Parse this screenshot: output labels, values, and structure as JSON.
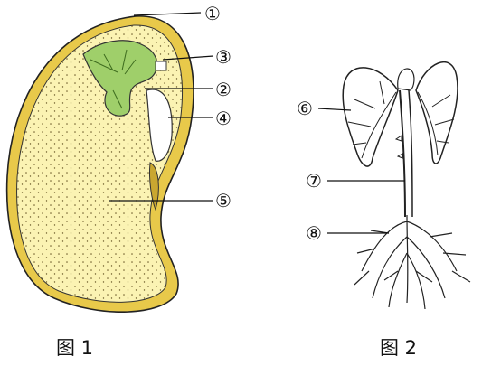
{
  "figure1": {
    "caption": "图 1",
    "labels": [
      "①",
      "③",
      "②",
      "④",
      "⑤"
    ]
  },
  "figure2": {
    "caption": "图 2",
    "labels": [
      "⑥",
      "⑦",
      "⑧"
    ]
  },
  "colors": {
    "seed_coat": "#e8c94a",
    "cotyledon": "#fbf3b3",
    "embryo_leaf": "#9fcf6a",
    "line": "#111111",
    "background": "#ffffff"
  }
}
